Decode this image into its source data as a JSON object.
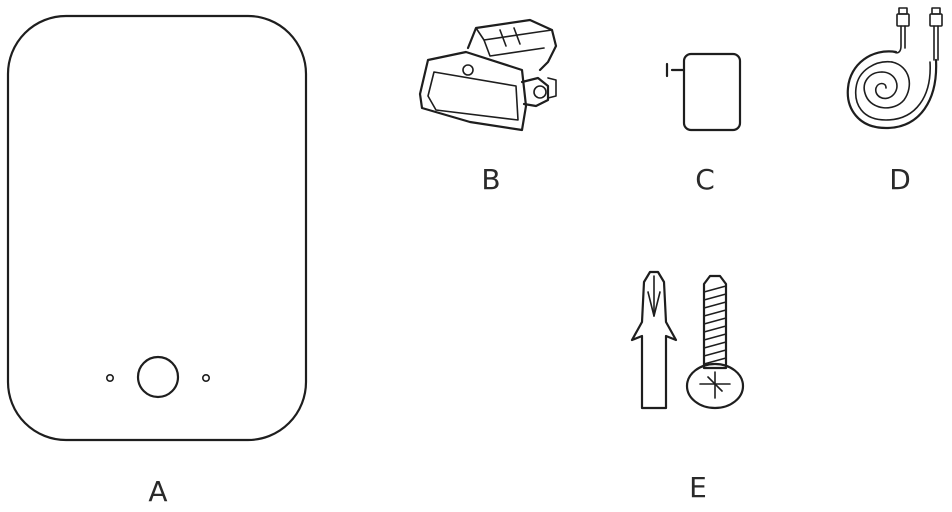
{
  "items": [
    {
      "letter": "A",
      "icon": "device-icon"
    },
    {
      "letter": "B",
      "icon": "mounting-bracket-icon"
    },
    {
      "letter": "C",
      "icon": "power-adapter-icon"
    },
    {
      "letter": "D",
      "icon": "coiled-cable-icon"
    },
    {
      "letter": "E",
      "icon": "wall-anchor-and-screw-icon"
    }
  ]
}
